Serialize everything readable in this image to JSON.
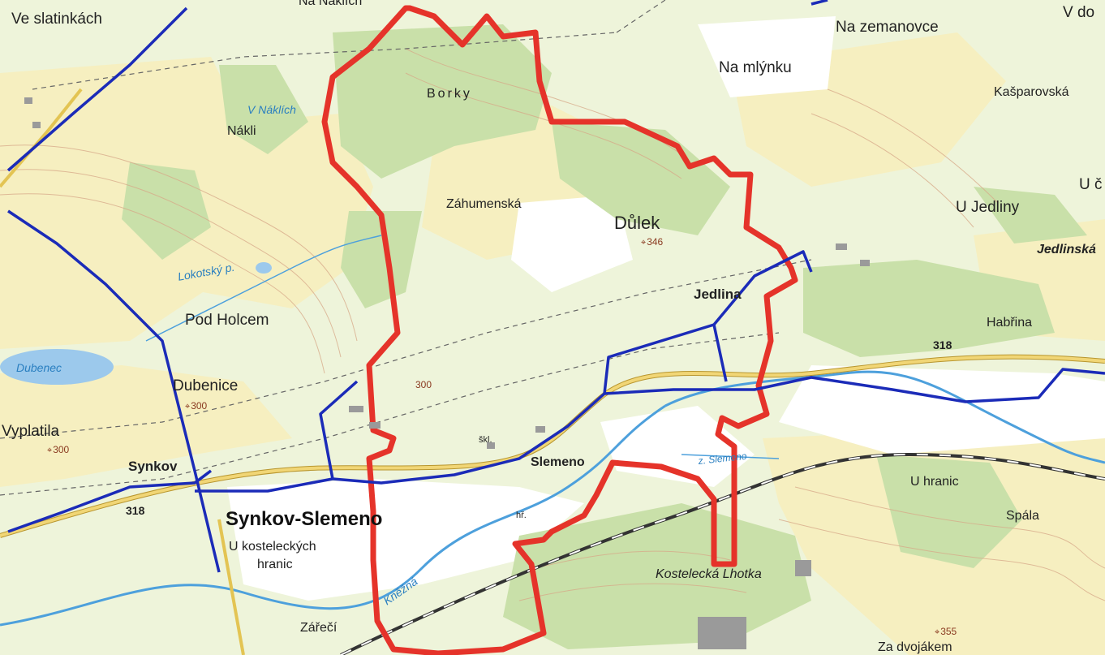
{
  "map": {
    "colors": {
      "forest": "#cfe3b2",
      "field": "#f7f1c2",
      "meadow": "#e9f2d2",
      "water": "#9cc9ec",
      "boundary": "#e5332a",
      "blue_line": "#1b2bb8",
      "road_main": "#d9b64a",
      "railway": "#333333"
    },
    "labels": {
      "ve_slatinkach": "Ve slatinkách",
      "na_naklich_top": "Na Náklích",
      "na_zemanovce": "Na zemanovce",
      "v_do": "V do",
      "na_mlynku": "Na mlýnku",
      "borky": "Borky",
      "kasparovska": "Kašparovská",
      "v_naklich": "V Náklích",
      "nakli": "Nákli",
      "zahumenska": "Záhumenská",
      "dulek": "Důlek",
      "u_c": "U č",
      "u_jedliny": "U Jedliny",
      "jedlinska": "Jedlinská",
      "lokotsky_p": "Lokotský p.",
      "jedlina": "Jedlina",
      "pod_holcem": "Pod Holcem",
      "habrina": "Habřina",
      "dubenec": "Dubenec",
      "dubenice": "Dubenice",
      "vyplatila": "Vyplatila",
      "synkov": "Synkov",
      "slemeno": "Slemeno",
      "z_slemeno": "z. Slemeno",
      "u_hranic": "U hranic",
      "spala": "Spála",
      "synkov_slemeno": "Synkov-Slemeno",
      "u_kosteleckych": "U kosteleckých",
      "hranic": "hranic",
      "knezna": "Kněžná",
      "kostelecka_lhotka": "Kostelecká Lhotka",
      "zareci": "Zářečí",
      "za_dvojakem": "Za dvojákem",
      "skl": "škl.",
      "hr": "hř."
    },
    "roads": {
      "r318_a": "318",
      "r318_b": "318"
    },
    "elevations": {
      "dulek": "346",
      "dubenice": "300",
      "vyplatila": "300",
      "za_dvojakem": "355",
      "mid": "300"
    }
  }
}
